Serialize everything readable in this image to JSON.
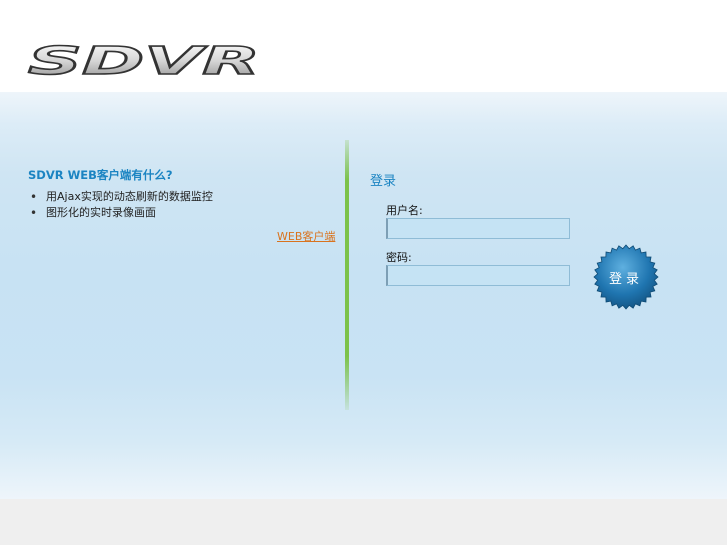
{
  "header": {
    "logo_text": "SDVR"
  },
  "intro": {
    "title": "SDVR WEB客户端有什么?",
    "bullets": [
      "用Ajax实现的动态刷新的数据监控",
      "图形化的实时录像画面"
    ],
    "link": "WEB客户端"
  },
  "login": {
    "title": "登录",
    "username_label": "用户名:",
    "username_value": "",
    "password_label": "密码:",
    "password_value": "",
    "submit_label": "登录"
  },
  "colors": {
    "accent": "#1b84c2",
    "link": "#d9731e",
    "divider": "#7cc24a",
    "button": "#1e6fa8"
  }
}
